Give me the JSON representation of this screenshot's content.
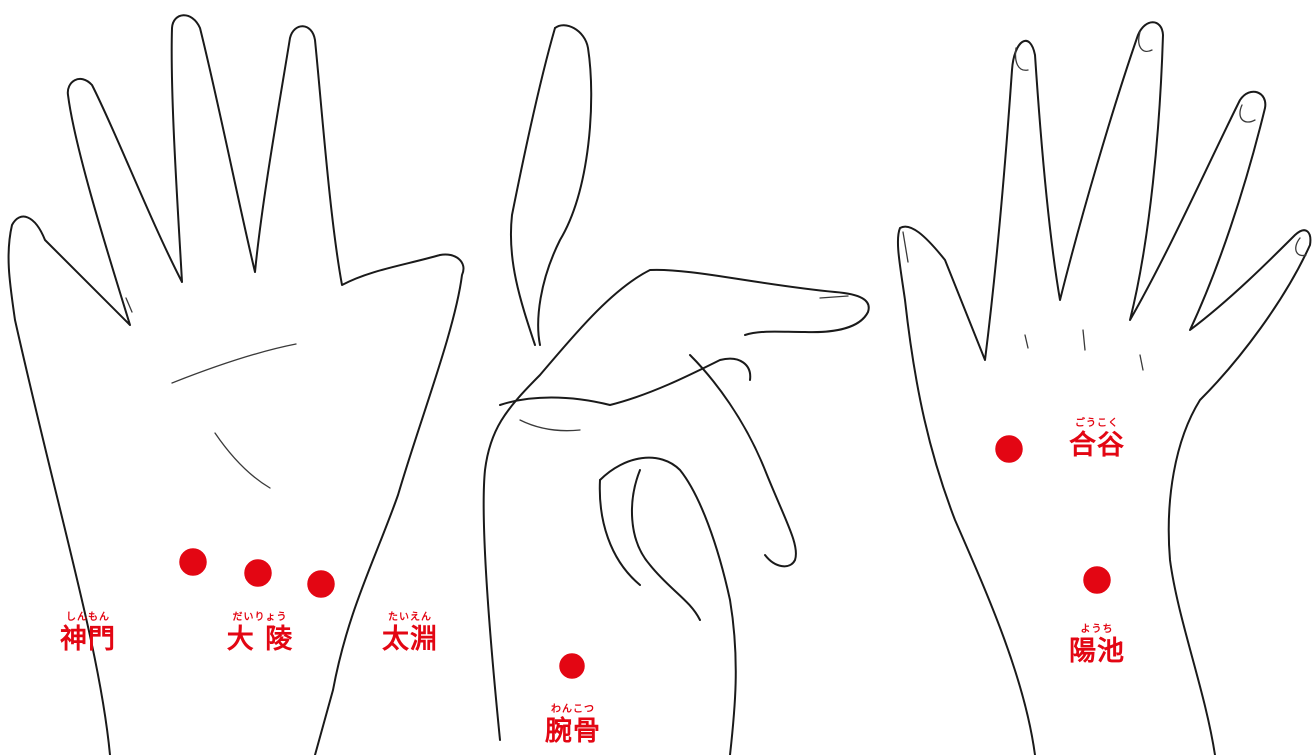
{
  "colors": {
    "point": "#e30613",
    "label": "#e30613",
    "line": "#1a1a1a"
  },
  "points": [
    {
      "id": "shinmon",
      "furigana": "しんもん",
      "name": "神門"
    },
    {
      "id": "dairyo",
      "furigana": "だいりょう",
      "name": "大 陵"
    },
    {
      "id": "taien",
      "furigana": "たいえん",
      "name": "太淵"
    },
    {
      "id": "wankotsu",
      "furigana": "わんこつ",
      "name": "腕骨"
    },
    {
      "id": "goukoku",
      "furigana": "ごうこく",
      "name": "合谷"
    },
    {
      "id": "youchi",
      "furigana": "ようち",
      "name": "陽池"
    }
  ]
}
